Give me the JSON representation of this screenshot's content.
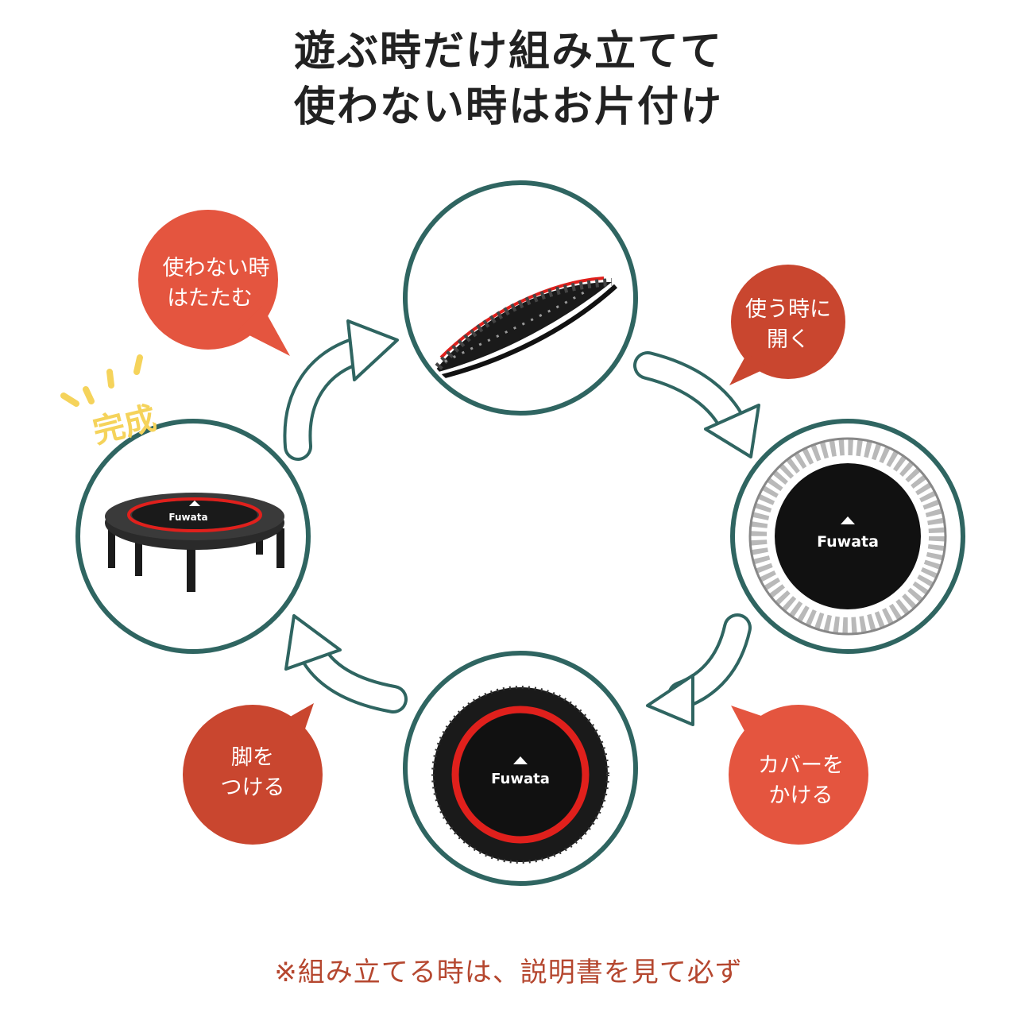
{
  "title": {
    "line1": "遊ぶ時だけ組み立てて",
    "line2": "使わない時はお片付け"
  },
  "badge": {
    "label": "完成"
  },
  "bubbles": {
    "fold": {
      "line1": "使わない時",
      "line2": "はたたむ"
    },
    "open": {
      "line1": "使う時に",
      "line2": "開く"
    },
    "cover": {
      "line1": "カバーを",
      "line2": "かける"
    },
    "legs": {
      "line1": "脚を",
      "line2": "つける"
    }
  },
  "brand": {
    "logo_text": "Fuwata"
  },
  "footnote": "※組み立てる時は、説明書を見て必ず",
  "colors": {
    "ring": "#2f6561",
    "bubble": "#e4553f",
    "bubble_dark": "#c9462f",
    "arrow_outline": "#2f6561",
    "badge": "#f5d35b",
    "mat_red": "#e0201c",
    "footnote": "#b5472f"
  },
  "icons": [
    "folded-trampoline-icon",
    "open-frame-trampoline-icon",
    "covered-trampoline-icon",
    "assembled-trampoline-icon",
    "cycle-arrow-icon",
    "sparkle-icon"
  ]
}
